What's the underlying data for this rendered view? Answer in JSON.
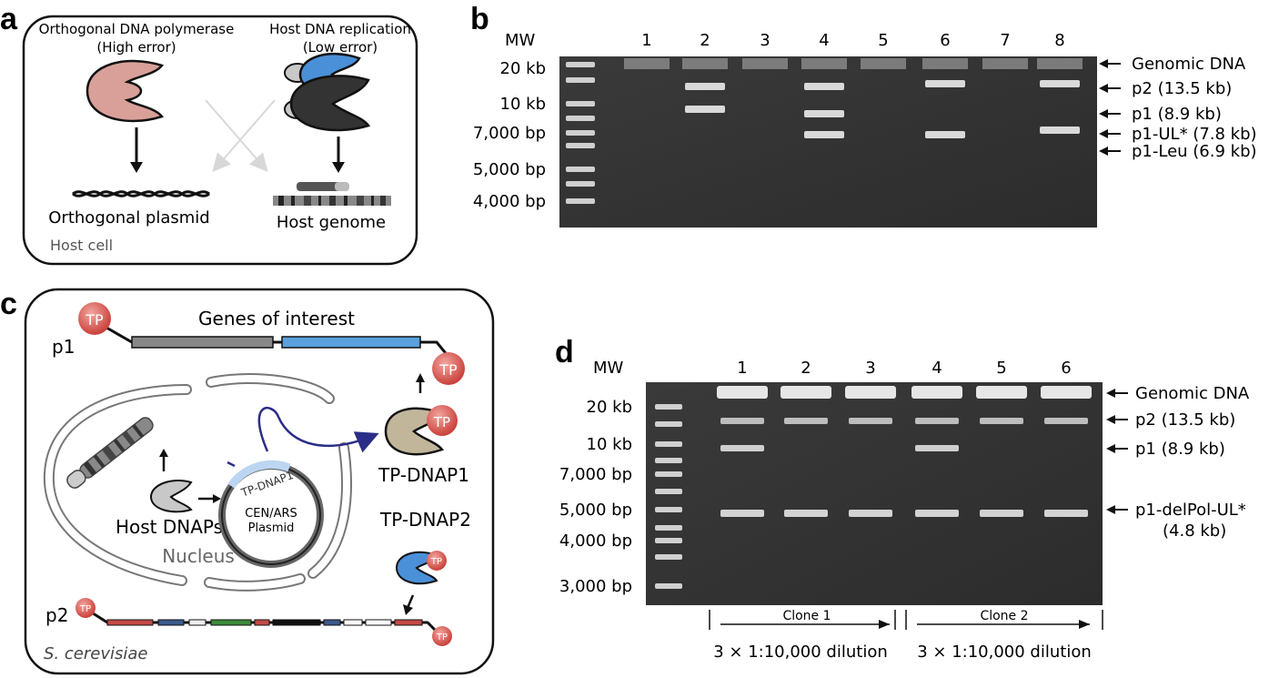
{
  "panel_a": {
    "letter": "a",
    "ortho_title_1": "Orthogonal DNA polymerase",
    "ortho_title_2": "(High error)",
    "host_title_1": "Host DNA replication",
    "host_title_2": "(Low error)",
    "plasmid_label": "Orthogonal plasmid",
    "genome_label": "Host genome",
    "cell_label": "Host cell"
  },
  "panel_b": {
    "letter": "b",
    "mw_label": "MW",
    "lanes": [
      "1",
      "2",
      "3",
      "4",
      "5",
      "6",
      "7",
      "8"
    ],
    "markers": [
      "20 kb",
      "10 kb",
      "7,000 bp",
      "5,000 bp",
      "4,000 bp"
    ],
    "bands": [
      "Genomic DNA",
      "p2 (13.5 kb)",
      "p1 (8.9 kb)",
      "p1-UL* (7.8 kb)",
      "p1-Leu (6.9 kb)"
    ]
  },
  "panel_c": {
    "letter": "c",
    "p1_label": "p1",
    "p2_label": "p2",
    "tp": "TP",
    "genes_label": "Genes of interest",
    "tpdnap1_label": "TP-DNAP1",
    "tpdnap2_label": "TP-DNAP2",
    "tpdnap1_small": "TP-DNAP1",
    "plasmid_1": "CEN/ARS",
    "plasmid_2": "Plasmid",
    "host_dnaps": "Host DNAPs",
    "nucleus": "Nucleus",
    "organism": "S. cerevisiae"
  },
  "panel_d": {
    "letter": "d",
    "mw_label": "MW",
    "lanes": [
      "1",
      "2",
      "3",
      "4",
      "5",
      "6"
    ],
    "markers": [
      "20 kb",
      "10 kb",
      "7,000 bp",
      "5,000 bp",
      "4,000 bp",
      "3,000 bp"
    ],
    "bands": [
      "Genomic DNA",
      "p2  (13.5 kb)",
      "p1 (8.9 kb)",
      "p1-delPol-UL*"
    ],
    "band_sub": "(4.8 kb)",
    "clone1": "Clone 1",
    "clone2": "Clone 2",
    "dilution1": "3 × 1:10,000 dilution",
    "dilution2": "3 × 1:10,000 dilution"
  },
  "colors": {
    "ortho_pol": "#d9a09a",
    "host_blue": "#4a90d8",
    "host_dark": "#333333",
    "tp_red": "#d9534f",
    "tp_dnap_tan": "#c1b59a",
    "gene_blue": "#5aa0dd",
    "gel_bg": "#2f2f2f"
  }
}
